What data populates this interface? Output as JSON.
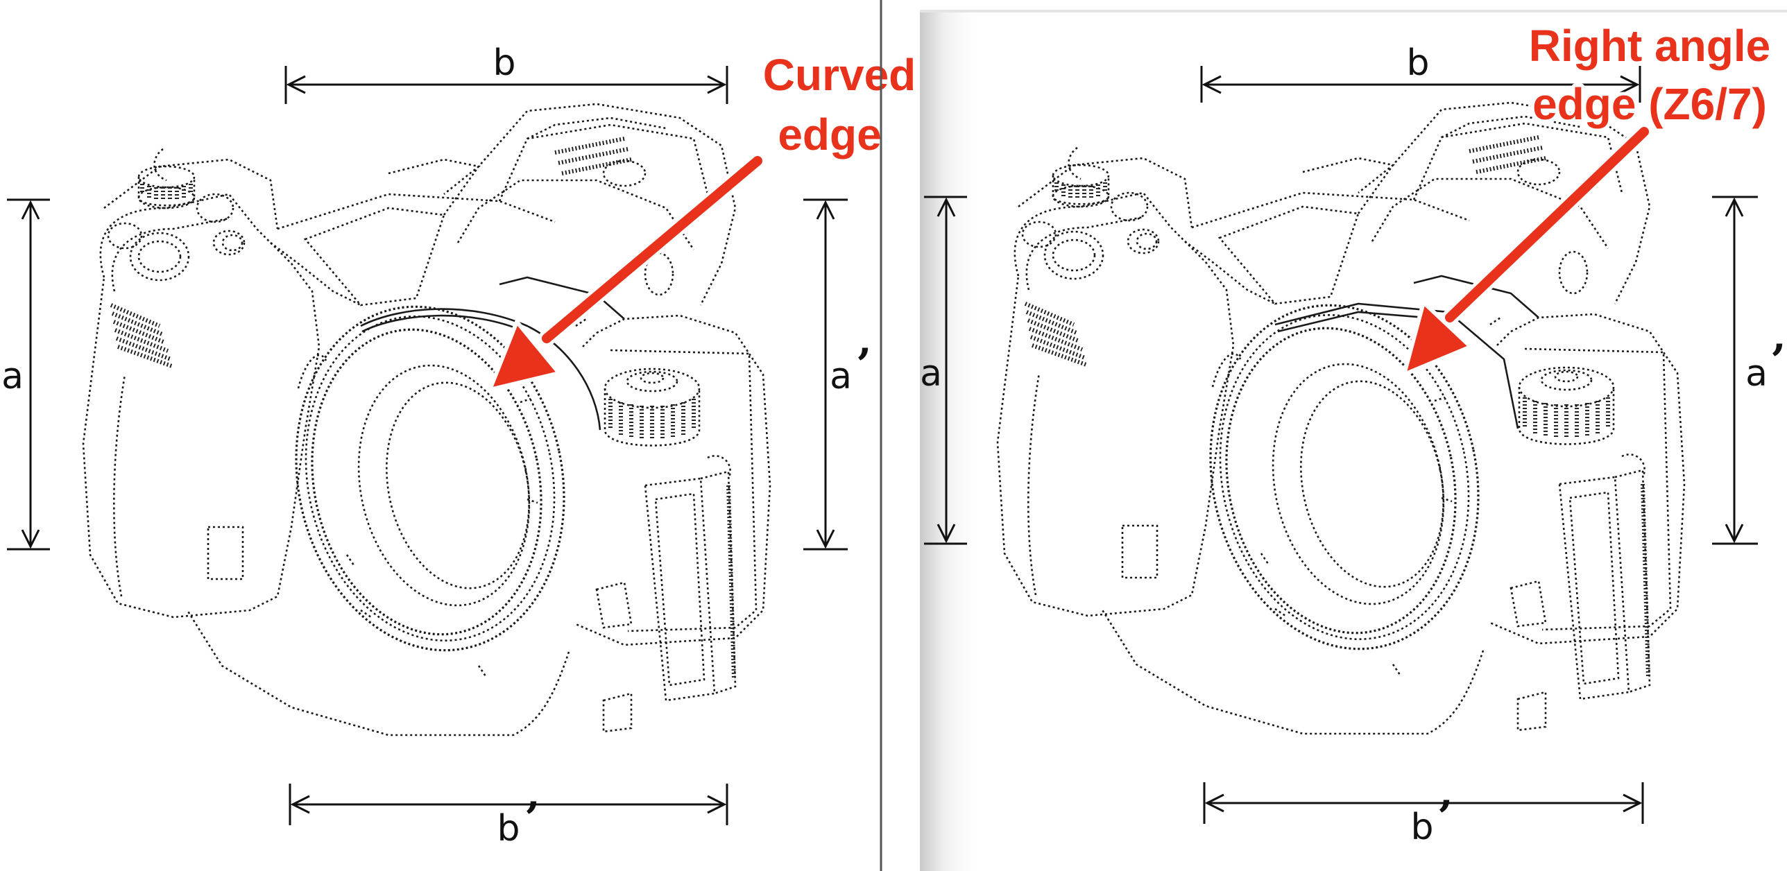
{
  "panels": [
    {
      "id": "left",
      "callout": {
        "line1": "Curved",
        "line2": "edge"
      },
      "dimensions": {
        "width_top": "b",
        "width_bottom": "b",
        "height_left": "a",
        "height_right": "a",
        "prime": "’"
      }
    },
    {
      "id": "right",
      "callout": {
        "line1": "Right angle",
        "line2": "edge (Z6/7)"
      },
      "dimensions": {
        "width_top": "b",
        "width_bottom": "b",
        "height_left": "a",
        "height_right": "a",
        "prime": "’"
      }
    }
  ],
  "colors": {
    "annotation": "#e8321c",
    "line_art": "#1a1a1a",
    "background": "#ffffff",
    "divider": "#555555"
  },
  "icons": {
    "camera_drawing": "mirrorless-camera-patent-drawing",
    "arrow": "red-callout-arrow"
  }
}
